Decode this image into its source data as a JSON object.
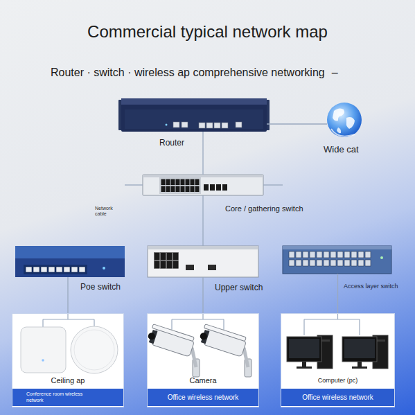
{
  "diagram": {
    "title": "Commercial typical network map",
    "nodes": [
      {
        "text": [
          "Router"
        ]
      },
      {
        "text": [
          "Wide cat"
        ]
      },
      {
        "text": [
          "Core / gathering switch"
        ]
      },
      {
        "text": [
          "Poe switch"
        ]
      },
      {
        "text": [
          "Upper switch"
        ]
      },
      {
        "text": [
          "Access layer switch"
        ]
      },
      {
        "text": [
          "Ceiling ap",
          "Conference room wireless network"
        ]
      },
      {
        "text": [
          "Camera",
          "Office wireless network"
        ]
      },
      {
        "text": [
          "Computer (pc)",
          "Office wireless network"
        ]
      }
    ],
    "edges": [
      {
        "from": 0,
        "to": 1,
        "arrow": "none"
      },
      {
        "from": 0,
        "to": 2,
        "arrow": "none"
      },
      {
        "from": 2,
        "to": 3,
        "arrow": "none"
      },
      {
        "from": 2,
        "to": 4,
        "arrow": "none"
      },
      {
        "from": 2,
        "to": 5,
        "arrow": "none"
      },
      {
        "from": 3,
        "to": 6,
        "arrow": "none"
      },
      {
        "from": 4,
        "to": 7,
        "arrow": "none"
      },
      {
        "from": 5,
        "to": 8,
        "arrow": "none"
      }
    ],
    "labels": [
      "Router · switch · wireless ap comprehensive networking",
      "–",
      "Network cable"
    ]
  }
}
